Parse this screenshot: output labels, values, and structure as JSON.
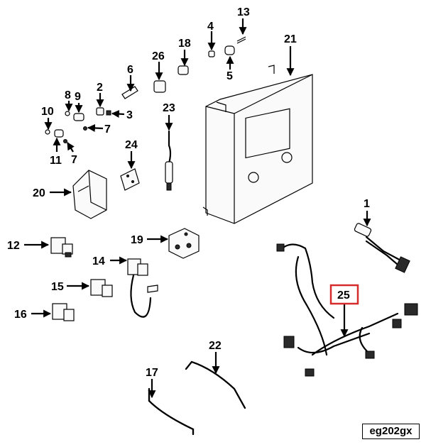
{
  "diagram_code": "eg202gx",
  "highlighted_callout": "25",
  "highlight_color": "#d62b2b",
  "callouts": [
    {
      "id": "c1",
      "label": "1"
    },
    {
      "id": "c2",
      "label": "2"
    },
    {
      "id": "c3",
      "label": "3"
    },
    {
      "id": "c4",
      "label": "4"
    },
    {
      "id": "c5",
      "label": "5"
    },
    {
      "id": "c6",
      "label": "6"
    },
    {
      "id": "c7a",
      "label": "7"
    },
    {
      "id": "c7b",
      "label": "7"
    },
    {
      "id": "c8",
      "label": "8"
    },
    {
      "id": "c9",
      "label": "9"
    },
    {
      "id": "c10",
      "label": "10"
    },
    {
      "id": "c11",
      "label": "11"
    },
    {
      "id": "c12",
      "label": "12"
    },
    {
      "id": "c13",
      "label": "13"
    },
    {
      "id": "c14",
      "label": "14"
    },
    {
      "id": "c15",
      "label": "15"
    },
    {
      "id": "c16",
      "label": "16"
    },
    {
      "id": "c17",
      "label": "17"
    },
    {
      "id": "c18",
      "label": "18"
    },
    {
      "id": "c19",
      "label": "19"
    },
    {
      "id": "c20",
      "label": "20"
    },
    {
      "id": "c21",
      "label": "21"
    },
    {
      "id": "c22",
      "label": "22"
    },
    {
      "id": "c23",
      "label": "23"
    },
    {
      "id": "c24",
      "label": "24"
    },
    {
      "id": "c25",
      "label": "25"
    },
    {
      "id": "c26",
      "label": "26"
    }
  ]
}
